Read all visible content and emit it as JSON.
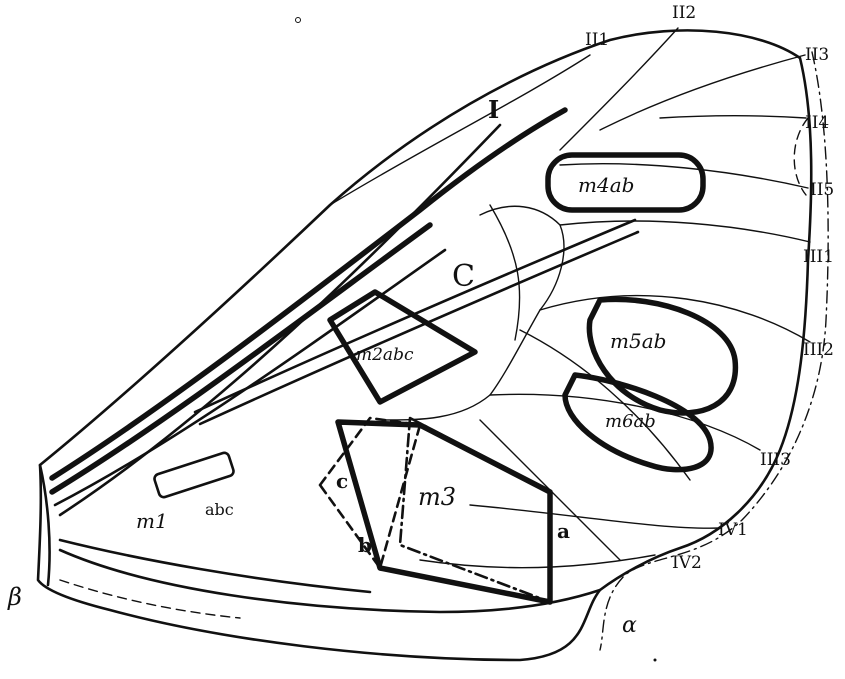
{
  "labels": {
    "vein_I": "I",
    "vein_II1": "II1",
    "vein_II2": "II2",
    "vein_II3": "II3",
    "vein_II4": "II4",
    "vein_II5": "II5",
    "vein_III1": "III1",
    "vein_III2": "III2",
    "vein_III3": "III3",
    "vein_IV1": "IV1",
    "vein_IV2": "IV2",
    "cell_C": "C",
    "beta": "β",
    "alpha": "α",
    "field_m1": "m1",
    "field_m1_sub": "abc",
    "field_m2": "m2abc",
    "field_m3": "m3",
    "field_m4": "m4ab",
    "field_m5": "m5ab",
    "field_m6": "m6ab",
    "corner_a": "a",
    "corner_b": "b",
    "corner_c": "c"
  },
  "colors": {
    "ink": "#111111",
    "paper": "#ffffff"
  }
}
